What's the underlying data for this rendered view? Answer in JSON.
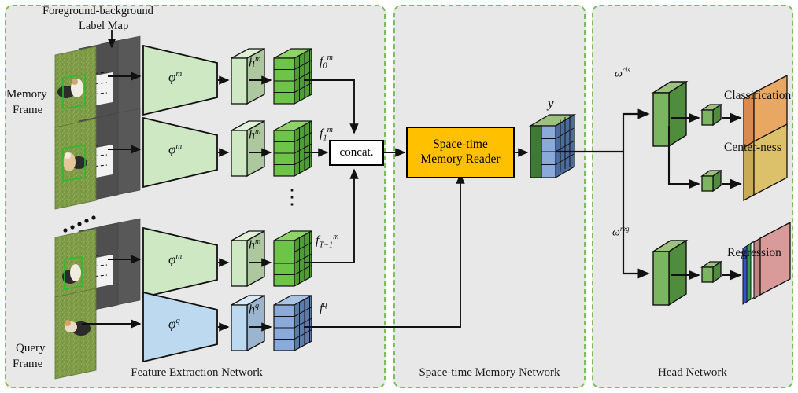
{
  "figure": {
    "title": "Space-time Memory Network architecture for video object detection",
    "background": "#e8e8e8",
    "panel_border_color": "#7cbf5a"
  },
  "panels": [
    {
      "id": "feature-extraction",
      "label": "Feature Extraction Network"
    },
    {
      "id": "space-time-memory",
      "label": "Space-time Memory Network"
    },
    {
      "id": "head-network",
      "label": "Head Network"
    }
  ],
  "annotations": {
    "label_map_line1": "Foreground-background",
    "label_map_line2": "Label Map",
    "memory_frame_line1": "Memory",
    "memory_frame_line2": "Frame",
    "query_frame_line1": "Query",
    "query_frame_line2": "Frame"
  },
  "blocks": {
    "concat_label": "concat.",
    "memory_reader_line1": "Space-time",
    "memory_reader_line2": "Memory Reader",
    "memory_reader_color": "#ffc000"
  },
  "encoders": [
    {
      "id": "phi-m-0",
      "label": "φ",
      "sup": "m",
      "color": "#cde8c3"
    },
    {
      "id": "phi-m-1",
      "label": "φ",
      "sup": "m",
      "color": "#cde8c3"
    },
    {
      "id": "phi-m-2",
      "label": "φ",
      "sup": "m",
      "color": "#cde8c3"
    },
    {
      "id": "phi-q",
      "label": "φ",
      "sup": "q",
      "color": "#bcd9f0"
    }
  ],
  "projections": [
    {
      "id": "h-m-0",
      "label": "h",
      "sup": "m",
      "color": "#cde8c3"
    },
    {
      "id": "h-m-1",
      "label": "h",
      "sup": "m",
      "color": "#cde8c3"
    },
    {
      "id": "h-m-2",
      "label": "h",
      "sup": "m",
      "color": "#cde8c3"
    },
    {
      "id": "h-q",
      "label": "h",
      "sup": "q",
      "color": "#bcd9f0"
    }
  ],
  "features": [
    {
      "id": "f-m-0",
      "label": "f",
      "sub": "0",
      "sup": "m",
      "color": "#6ec447"
    },
    {
      "id": "f-m-1",
      "label": "f",
      "sub": "1",
      "sup": "m",
      "color": "#6ec447"
    },
    {
      "id": "f-m-T1",
      "label": "f",
      "sub": "T−1",
      "sup": "m",
      "color": "#6ec447"
    },
    {
      "id": "f-q",
      "label": "f",
      "sub": "",
      "sup": "q",
      "color": "#8aaada"
    }
  ],
  "memory_output": {
    "id": "y",
    "label": "y",
    "front_color": "#8aaada",
    "side_color": "#3f7a33"
  },
  "head": {
    "cls_weight_label": "ω",
    "cls_weight_sup": "cls",
    "reg_weight_label": "ω",
    "reg_weight_sup": "reg",
    "outputs": [
      {
        "id": "classification",
        "label": "Classification",
        "color": "#e8a863"
      },
      {
        "id": "centerness",
        "label": "Center-ness",
        "color": "#ddc06a"
      },
      {
        "id": "regression",
        "label": "Regression",
        "color": "#d99a9a"
      }
    ]
  },
  "ellipsis": {
    "vertical": "⋮",
    "diagonal": "· · · · ·"
  }
}
